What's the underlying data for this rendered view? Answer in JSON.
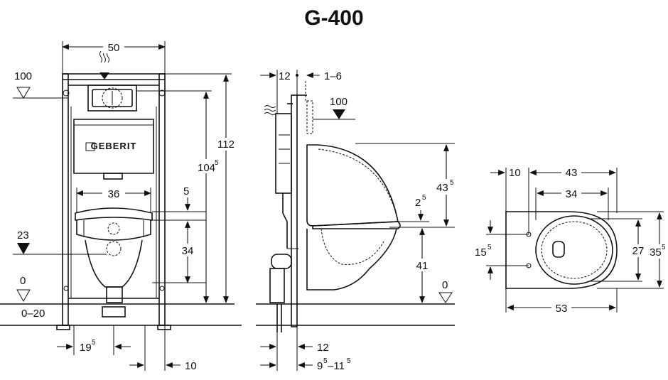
{
  "title": "G-400",
  "brand": "GEBERIT",
  "front_view": {
    "frame_width": "50",
    "height_100": "100",
    "height_112": "112",
    "height_104": "104",
    "height_104_sup": "5",
    "bowl_width": "36",
    "gap_5": "5",
    "height_34": "34",
    "level_23": "23",
    "level_0": "0",
    "floor_range": "0–20",
    "foot_19": "19",
    "foot_19_sup": "5",
    "foot_10": "10"
  },
  "side_view": {
    "top_12": "12",
    "top_range": "1–6",
    "level_100": "100",
    "height_43": "43",
    "height_43_sup": "5",
    "gap_2": "2",
    "gap_2_sup": "5",
    "height_41": "41",
    "level_0": "0",
    "bottom_12": "12",
    "range_a": "9",
    "range_a_sup": "5",
    "range_sep": "–11",
    "range_b_sup": "5"
  },
  "top_view": {
    "offset_10": "10",
    "length_43": "43",
    "length_34": "34",
    "bolt_spacing": "15",
    "bolt_spacing_sup": "5",
    "inner_27": "27",
    "outer_35": "35",
    "outer_35_sup": "5",
    "total_53": "53"
  },
  "icons": [
    "water-supply-icon",
    "level-triangle-icon",
    "arrow-icon"
  ]
}
